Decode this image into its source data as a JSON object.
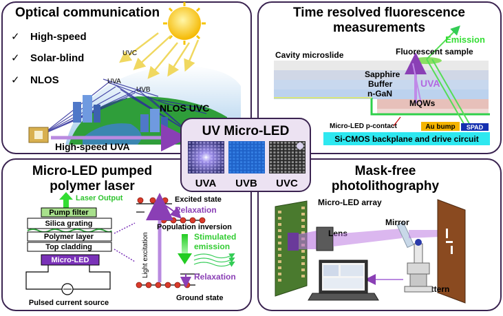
{
  "center": {
    "title": "UV Micro-LED",
    "labels": [
      "UVA",
      "UVB",
      "UVC"
    ]
  },
  "optical": {
    "title": "Optical communication",
    "features": [
      "High-speed",
      "Solar-blind",
      "NLOS"
    ],
    "check": "✓",
    "uvc": "UVC",
    "uva": "UVA",
    "uvb": "UVB",
    "nlos_uvc": "NLOS UVC",
    "high_speed_uva": "High-speed UVA"
  },
  "fluorescence": {
    "title_line1": "Time resolved fluorescence",
    "title_line2": "measurements",
    "emission": "Emission",
    "fluorescent_sample": "Fluorescent sample",
    "cavity": "Cavity microslide",
    "sapphire": "Sapphire",
    "buffer": "Buffer",
    "ngan": "n-GaN",
    "uva": "UVA",
    "mqws": "MQWs",
    "p_contact": "Micro-LED p-contact",
    "au_bump": "Au bump",
    "spad": "SPAD",
    "backplane": "Si-CMOS backplane and drive circuit"
  },
  "laser": {
    "title_line1": "Micro-LED pumped",
    "title_line2": "polymer laser",
    "laser_output": "Laser Output",
    "pump_filter": "Pump filter",
    "silica_grating": "Silica grating",
    "polymer_layer": "Polymer layer",
    "top_cladding": "Top cladding",
    "micro_led": "Micro-LED",
    "pulsed_source": "Pulsed current source",
    "excited_state": "Excited state",
    "relaxation_top": "Relaxation",
    "population_inversion": "Population inversion",
    "stimulated_line1": "Stimulated",
    "stimulated_line2": "emission",
    "light_excitation": "Light excitation",
    "relaxation_bottom": "Relaxation",
    "ground_state": "Ground state"
  },
  "photolitho": {
    "title_line1": "Mask-free",
    "title_line2": "photolithography",
    "array": "Micro-LED array",
    "lens": "Lens",
    "mirror": "Mirror",
    "pattern": "Pattern"
  },
  "colors": {
    "border": "#3a2350",
    "center_bg": "#ece2f2",
    "uva_purple": "#8a3fb5",
    "green": "#33dd33",
    "backplane": "#2ee8f0",
    "au_bump": "#f4b400",
    "spad": "#1530b0"
  }
}
